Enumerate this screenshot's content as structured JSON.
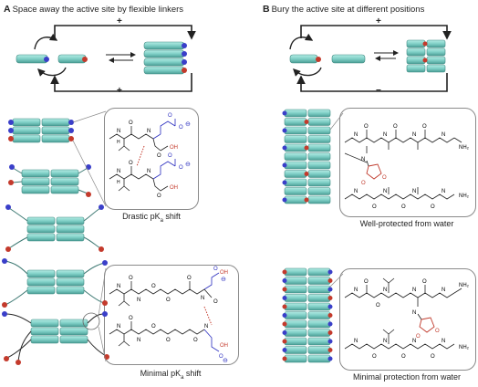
{
  "panelA": {
    "letter": "A",
    "title": "Space away the active site by flexible linkers",
    "sign_top": "+",
    "sign_bottom": "+",
    "caption_top": "Drastic pK",
    "caption_top_sub": "a",
    "caption_top_tail": " shift",
    "caption_bottom": "Minimal pK",
    "caption_bottom_sub": "a",
    "caption_bottom_tail": " shift"
  },
  "panelB": {
    "letter": "B",
    "title": "Bury the active site at different positions",
    "sign_top": "+",
    "sign_bottom": "−",
    "caption_top": "Well-protected from water",
    "caption_bottom": "Minimal protection from water"
  },
  "atoms": {
    "N": "N",
    "H": "H",
    "O": "O",
    "OH": "OH",
    "NH2": "NH₂",
    "minus": "⊖"
  },
  "colors": {
    "fiber": "#7fcfc6",
    "fiber_dark": "#4a9e95",
    "blue_end": "#3a3fc9",
    "red_end": "#c43a2c",
    "acid_blue": "#2a2dbf",
    "lactone_red": "#c0392b"
  }
}
